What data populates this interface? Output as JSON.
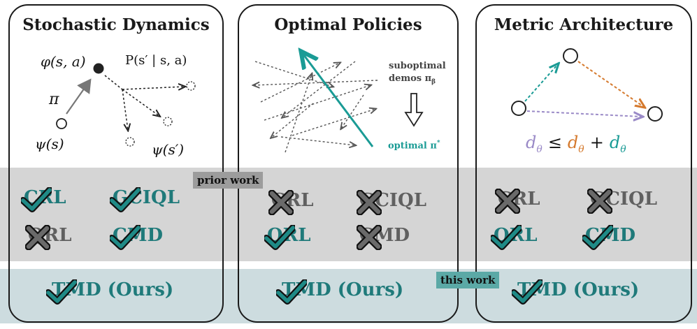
{
  "panels": [
    {
      "title": "Stochastic Dynamics"
    },
    {
      "title": "Optimal Policies"
    },
    {
      "title": "Metric Architecture"
    }
  ],
  "tags": {
    "prior": "prior work",
    "this": "this work"
  },
  "dynamics": {
    "phi": "φ(s, a)",
    "trans": "P(s′ | s, a)",
    "pi": "π",
    "psi_s": "ψ(s)",
    "psi_sp": "ψ(s′)"
  },
  "policies": {
    "suboptimal_line1": "suboptimal",
    "suboptimal_line2": "demos π",
    "suboptimal_sub": "β",
    "optimal": "optimal π",
    "optimal_sup": "*"
  },
  "metric": {
    "d": "d",
    "sub": "θ",
    "leq": "≤",
    "plus": "+"
  },
  "methods": {
    "p1": [
      {
        "label": "CRL",
        "ok": true
      },
      {
        "label": "GCIQL",
        "ok": true
      },
      {
        "label": "QRL",
        "ok": false
      },
      {
        "label": "CMD",
        "ok": true
      }
    ],
    "p2": [
      {
        "label": "CRL",
        "ok": false
      },
      {
        "label": "GCIQL",
        "ok": false
      },
      {
        "label": "QRL",
        "ok": true
      },
      {
        "label": "CMD",
        "ok": false
      }
    ],
    "p3": [
      {
        "label": "CRL",
        "ok": false
      },
      {
        "label": "GCIQL",
        "ok": false
      },
      {
        "label": "QRL",
        "ok": true
      },
      {
        "label": "CMD",
        "ok": true
      }
    ]
  },
  "tmd_label": "TMD (Ours)",
  "colors": {
    "teal": "#1a9b95",
    "orange": "#d57a2e",
    "purple": "#9a8ac7",
    "check": "#1f7a7a",
    "cross": "#606060"
  }
}
